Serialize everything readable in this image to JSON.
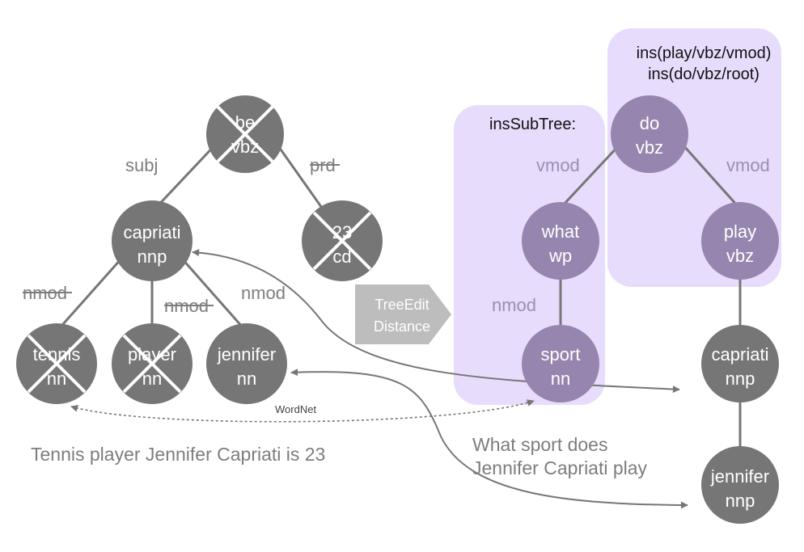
{
  "colors": {
    "node_gray": "#767676",
    "node_purple": "#9685ae",
    "box_purple": "#e7dcfc",
    "edge": "#767676",
    "label_gray": "#7d7d7d",
    "label_purple": "#9b8fb0",
    "arrow_gray": "#bdbdbd"
  },
  "left_tree": {
    "nodes": [
      {
        "id": "be",
        "word": "be",
        "pos": "vbz",
        "deleted": true
      },
      {
        "id": "capriati_l",
        "word": "capriati",
        "pos": "nnp",
        "deleted": false
      },
      {
        "id": "n23",
        "word": "23",
        "pos": "cd",
        "deleted": true
      },
      {
        "id": "tennis",
        "word": "tennis",
        "pos": "nn",
        "deleted": true
      },
      {
        "id": "player",
        "word": "player",
        "pos": "nn",
        "deleted": true
      },
      {
        "id": "jennifer_l",
        "word": "jennifer",
        "pos": "nn",
        "deleted": false
      }
    ],
    "edge_labels": [
      {
        "id": "subj",
        "text": "subj",
        "struck": false
      },
      {
        "id": "prd",
        "text": "prd",
        "struck": true
      },
      {
        "id": "nmod1",
        "text": "nmod",
        "struck": true
      },
      {
        "id": "nmod2",
        "text": "nmod",
        "struck": true
      },
      {
        "id": "nmod3",
        "text": "nmod",
        "struck": false
      }
    ],
    "sentence": "Tennis player Jennifer Capriati is 23"
  },
  "tree_edit": {
    "line1": "TreeEdit",
    "line2": "Distance"
  },
  "right_tree": {
    "inssubtree_label": "insSubTree:",
    "ins_lines": [
      "ins(play/vbz/vmod)",
      "ins(do/vbz/root)"
    ],
    "nodes": [
      {
        "id": "do",
        "word": "do",
        "pos": "vbz"
      },
      {
        "id": "what",
        "word": "what",
        "pos": "wp"
      },
      {
        "id": "sport",
        "word": "sport",
        "pos": "nn"
      },
      {
        "id": "play",
        "word": "play",
        "pos": "vbz"
      },
      {
        "id": "capriati_r",
        "word": "capriati",
        "pos": "nnp"
      },
      {
        "id": "jennifer_r",
        "word": "jennifer",
        "pos": "nnp"
      }
    ],
    "edge_labels": [
      {
        "id": "vmod_l",
        "text": "vmod"
      },
      {
        "id": "vmod_r",
        "text": "vmod"
      },
      {
        "id": "nmod_r",
        "text": "nmod"
      }
    ],
    "sentence_lines": [
      "What sport does",
      "Jennifer Capriati play"
    ]
  },
  "wordnet_label": "WordNet"
}
